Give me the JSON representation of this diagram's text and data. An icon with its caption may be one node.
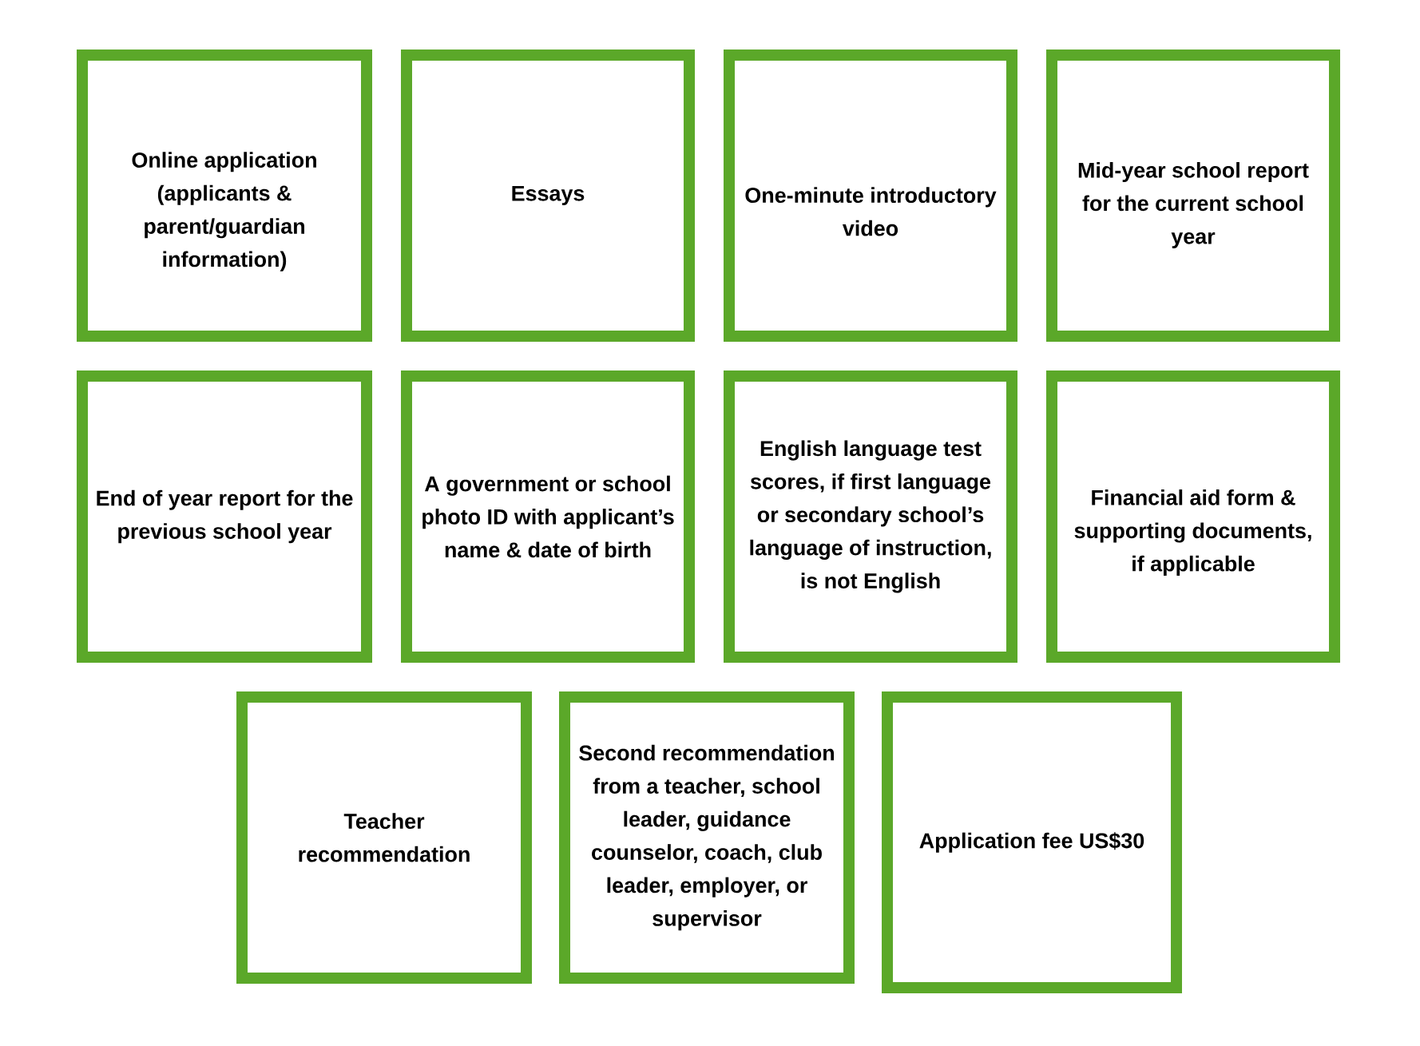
{
  "diagram": {
    "nodes": [
      {
        "text": [
          "Online application (applicants & parent/guardian information)"
        ]
      },
      {
        "text": [
          "Essays"
        ]
      },
      {
        "text": [
          "One-minute introductory video"
        ]
      },
      {
        "text": [
          "Mid-year school report for the current school year"
        ]
      },
      {
        "text": [
          "End of year report for the previous school year"
        ]
      },
      {
        "text": [
          "A government or school photo ID with applicant’s name & date of birth"
        ]
      },
      {
        "text": [
          "English language test scores, if first language or secondary school’s language of instruction, is not English"
        ]
      },
      {
        "text": [
          "Financial aid form & supporting documents, if applicable"
        ]
      },
      {
        "text": [
          "Teacher recommendation"
        ]
      },
      {
        "text": [
          "Second recommendation from a teacher, school leader, guidance counselor, coach, club leader, employer, or supervisor"
        ]
      },
      {
        "text": [
          "Application fee US$30"
        ]
      }
    ]
  }
}
